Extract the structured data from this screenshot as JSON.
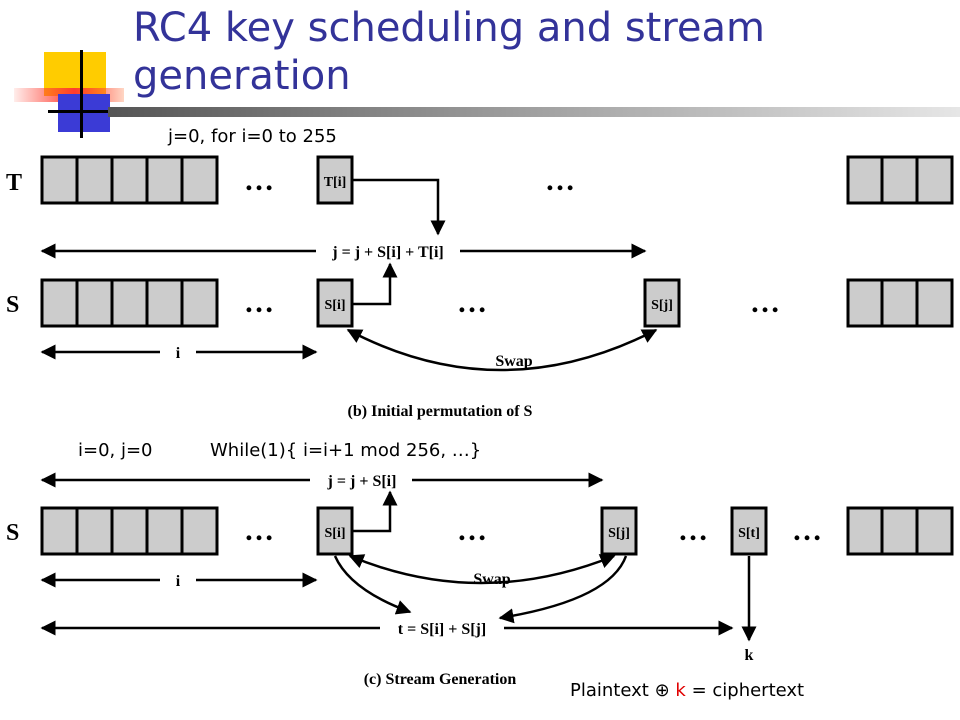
{
  "slide": {
    "title": "RC4 key scheduling and stream generation",
    "ksa_note": "j=0, for i=0 to 255",
    "prga_note_init": "i=0, j=0",
    "prga_note_loop": "While(1){ i=i+1 mod 256, …}",
    "cipher": {
      "plaintext": "Plaintext",
      "xor": "⊕",
      "k": "k",
      "rest": "= ciphertext"
    },
    "colors": {
      "title": "#333399",
      "k": "#e00000",
      "cell_fill": "#cccccc"
    }
  },
  "figure": {
    "row_T": "T",
    "row_S": "S",
    "row_S2": "S",
    "ellipsis": "…",
    "cell_Ti": "T[i]",
    "cell_Si": "S[i]",
    "cell_Sj": "S[j]",
    "cell_Si_2": "S[i]",
    "cell_Sj_2": "S[j]",
    "cell_St": "S[t]",
    "eq_j_b": "j = j + S[i] + T[i]",
    "label_i_b": "i",
    "swap_b": "Swap",
    "caption_b": "(b) Initial permutation of S",
    "eq_j_c": "j = j + S[i]",
    "label_i_c": "i",
    "swap_c": "Swap",
    "eq_t": "t = S[i] + S[j]",
    "label_k": "k",
    "caption_c": "(c) Stream Generation"
  }
}
